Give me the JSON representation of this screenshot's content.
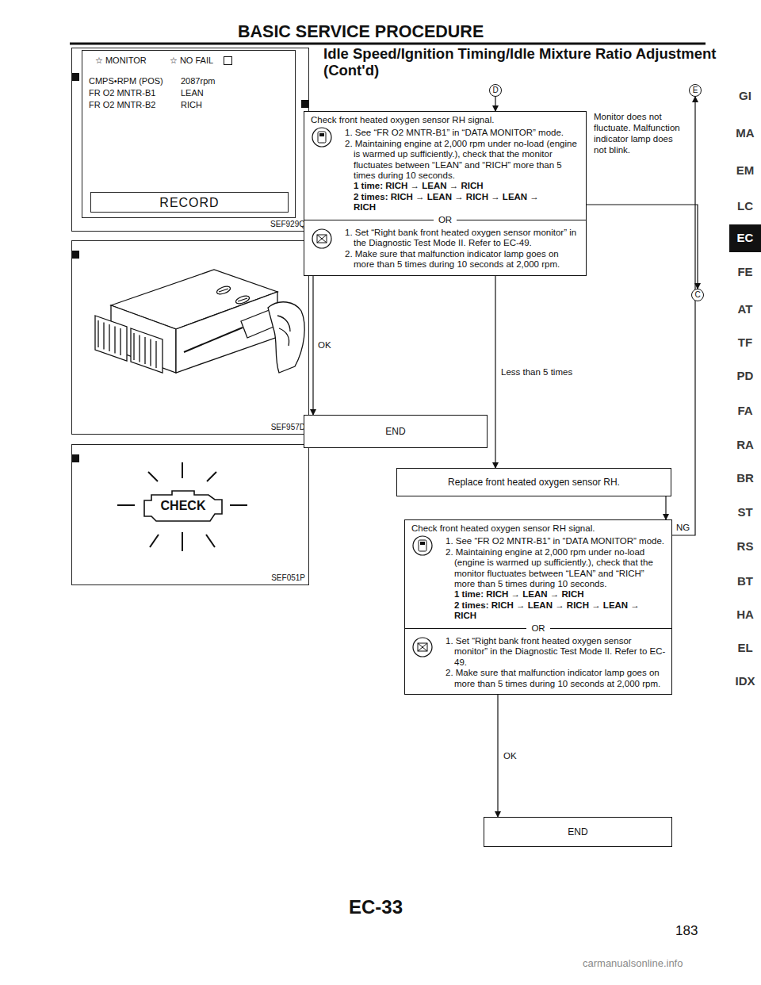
{
  "diagram": {
    "title": "Idle Speed/Ignition Timing/Idle Mixture Ratio Adjustment (Cont'd)",
    "nodes": [
      {
        "text": [
          "SEF929Q"
        ]
      },
      {
        "text": [
          "☆ MONITOR",
          "☆ NO FAIL",
          "CMPS•RPM (POS)",
          "2087rpm",
          "FR O2 MNTR-B1",
          "LEAN",
          "FR O2 MNTR-B2",
          "RICH"
        ],
        "in": 0
      },
      {
        "text": [
          "RECORD"
        ],
        "in": 1
      },
      {
        "text": [
          "SEF957D"
        ]
      },
      {
        "text": [
          "SEF051P"
        ]
      },
      {
        "text": [
          "CHECK"
        ],
        "in": 4
      },
      {
        "text": [
          "D"
        ]
      },
      {
        "text": [
          "E"
        ]
      },
      {
        "text": [
          "Check front heated oxygen sensor RH signal.",
          "1. See “FR O2 MNTR-B1” in “DATA MONITOR” mode.",
          "2. Maintaining engine at 2,000 rpm under no-load (engine is warmed up sufficiently.), check that the monitor fluctuates between “LEAN” and “RICH” more than 5 times during 10 seconds.",
          "1 time: RICH → LEAN → RICH",
          "2 times: RICH → LEAN → RICH → LEAN → RICH",
          "OR",
          "1. Set “Right bank front heated oxygen sensor monitor” in the Diagnostic Test Mode II. Refer to EC-49.",
          "2. Make sure that malfunction indicator lamp goes on more than 5 times during 10 seconds at 2,000 rpm."
        ]
      },
      {
        "text": [
          "C"
        ]
      },
      {
        "text": [
          "END"
        ]
      },
      {
        "text": [
          "Replace front heated oxygen sensor RH."
        ]
      },
      {
        "text": [
          "Check front heated oxygen sensor RH signal.",
          "1. See “FR O2 MNTR-B1” in “DATA MONITOR” mode.",
          "2. Maintaining engine at 2,000 rpm under no-load (engine is warmed up sufficiently.), check that the monitor fluctuates between “LEAN” and “RICH” more than 5 times during 10 seconds.",
          "1 time: RICH → LEAN → RICH",
          "2 times: RICH → LEAN → RICH → LEAN → RICH",
          "OR",
          "1. Set “Right bank front heated oxygen sensor monitor” in the Diagnostic Test Mode II. Refer to EC-49.",
          "2. Make sure that malfunction indicator lamp goes on more than 5 times during 10 seconds at 2,000 rpm."
        ]
      },
      {
        "text": [
          "END"
        ]
      }
    ],
    "edges": [
      {
        "from": 6,
        "to": 8,
        "arrow": "to"
      },
      {
        "from": 8,
        "to": 9,
        "label": "Monitor does not fluctuate. Malfunction indicator lamp does not blink.",
        "arrow": "to"
      },
      {
        "from": 8,
        "to": 10,
        "label": "OK",
        "arrow": "to"
      },
      {
        "from": 8,
        "to": 11,
        "label": "Less than 5 times",
        "arrow": "to"
      },
      {
        "from": 11,
        "to": 12,
        "arrow": "to"
      },
      {
        "from": 12,
        "to": 7,
        "label": "NG",
        "arrow": "to"
      },
      {
        "from": 12,
        "to": 13,
        "label": "OK",
        "arrow": "to"
      }
    ],
    "labels": [
      "BASIC SERVICE PROCEDURE",
      "GI",
      "MA",
      "EM",
      "LC",
      "EC",
      "FE",
      "AT",
      "TF",
      "PD",
      "FA",
      "RA",
      "BR",
      "ST",
      "RS",
      "BT",
      "HA",
      "EL",
      "IDX",
      "EC-33",
      "183",
      "carmanualsonline.info"
    ]
  }
}
